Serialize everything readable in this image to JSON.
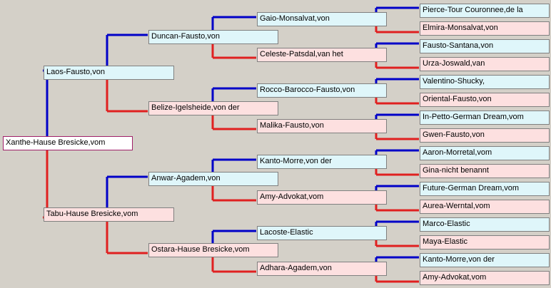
{
  "colors": {
    "male_line": "#0000c8",
    "female_line": "#e02020",
    "male_bg": "#dff6fa",
    "female_bg": "#fde0e0"
  },
  "pedigree": {
    "root": {
      "name": "Xanthe-Hause Bresicke,vom",
      "sex": "female"
    },
    "gen1": [
      {
        "name": "Laos-Fausto,von",
        "sex": "male"
      },
      {
        "name": "Tabu-Hause Bresicke,vom",
        "sex": "female"
      }
    ],
    "gen2": [
      {
        "name": "Duncan-Fausto,von",
        "sex": "male"
      },
      {
        "name": "Belize-Igelsheide,von der",
        "sex": "female"
      },
      {
        "name": "Anwar-Agadem,von",
        "sex": "male"
      },
      {
        "name": "Ostara-Hause Bresicke,vom",
        "sex": "female"
      }
    ],
    "gen3": [
      {
        "name": "Gaio-Monsalvat,von",
        "sex": "male"
      },
      {
        "name": "Celeste-Patsdal,van het",
        "sex": "female"
      },
      {
        "name": "Rocco-Barocco-Fausto,von",
        "sex": "male"
      },
      {
        "name": "Malika-Fausto,von",
        "sex": "female"
      },
      {
        "name": "Kanto-Morre,von der",
        "sex": "male"
      },
      {
        "name": "Amy-Advokat,vom",
        "sex": "female"
      },
      {
        "name": "Lacoste-Elastic",
        "sex": "male"
      },
      {
        "name": "Adhara-Agadem,von",
        "sex": "female"
      }
    ],
    "gen4": [
      {
        "name": "Pierce-Tour Couronnee,de la",
        "sex": "male"
      },
      {
        "name": "Elmira-Monsalvat,von",
        "sex": "female"
      },
      {
        "name": "Fausto-Santana,von",
        "sex": "male"
      },
      {
        "name": "Urza-Joswald,van",
        "sex": "female"
      },
      {
        "name": "Valentino-Shucky,",
        "sex": "male"
      },
      {
        "name": "Oriental-Fausto,von",
        "sex": "female"
      },
      {
        "name": "In-Petto-German Dream,vom",
        "sex": "male"
      },
      {
        "name": "Gwen-Fausto,von",
        "sex": "female"
      },
      {
        "name": "Aaron-Morretal,vom",
        "sex": "male"
      },
      {
        "name": "Gina-nicht benannt",
        "sex": "female"
      },
      {
        "name": "Future-German Dream,vom",
        "sex": "male"
      },
      {
        "name": "Aurea-Werntal,vom",
        "sex": "female"
      },
      {
        "name": "Marco-Elastic",
        "sex": "male"
      },
      {
        "name": "Maya-Elastic",
        "sex": "female"
      },
      {
        "name": "Kanto-Morre,von der",
        "sex": "male"
      },
      {
        "name": "Amy-Advokat,vom",
        "sex": "female"
      }
    ]
  }
}
